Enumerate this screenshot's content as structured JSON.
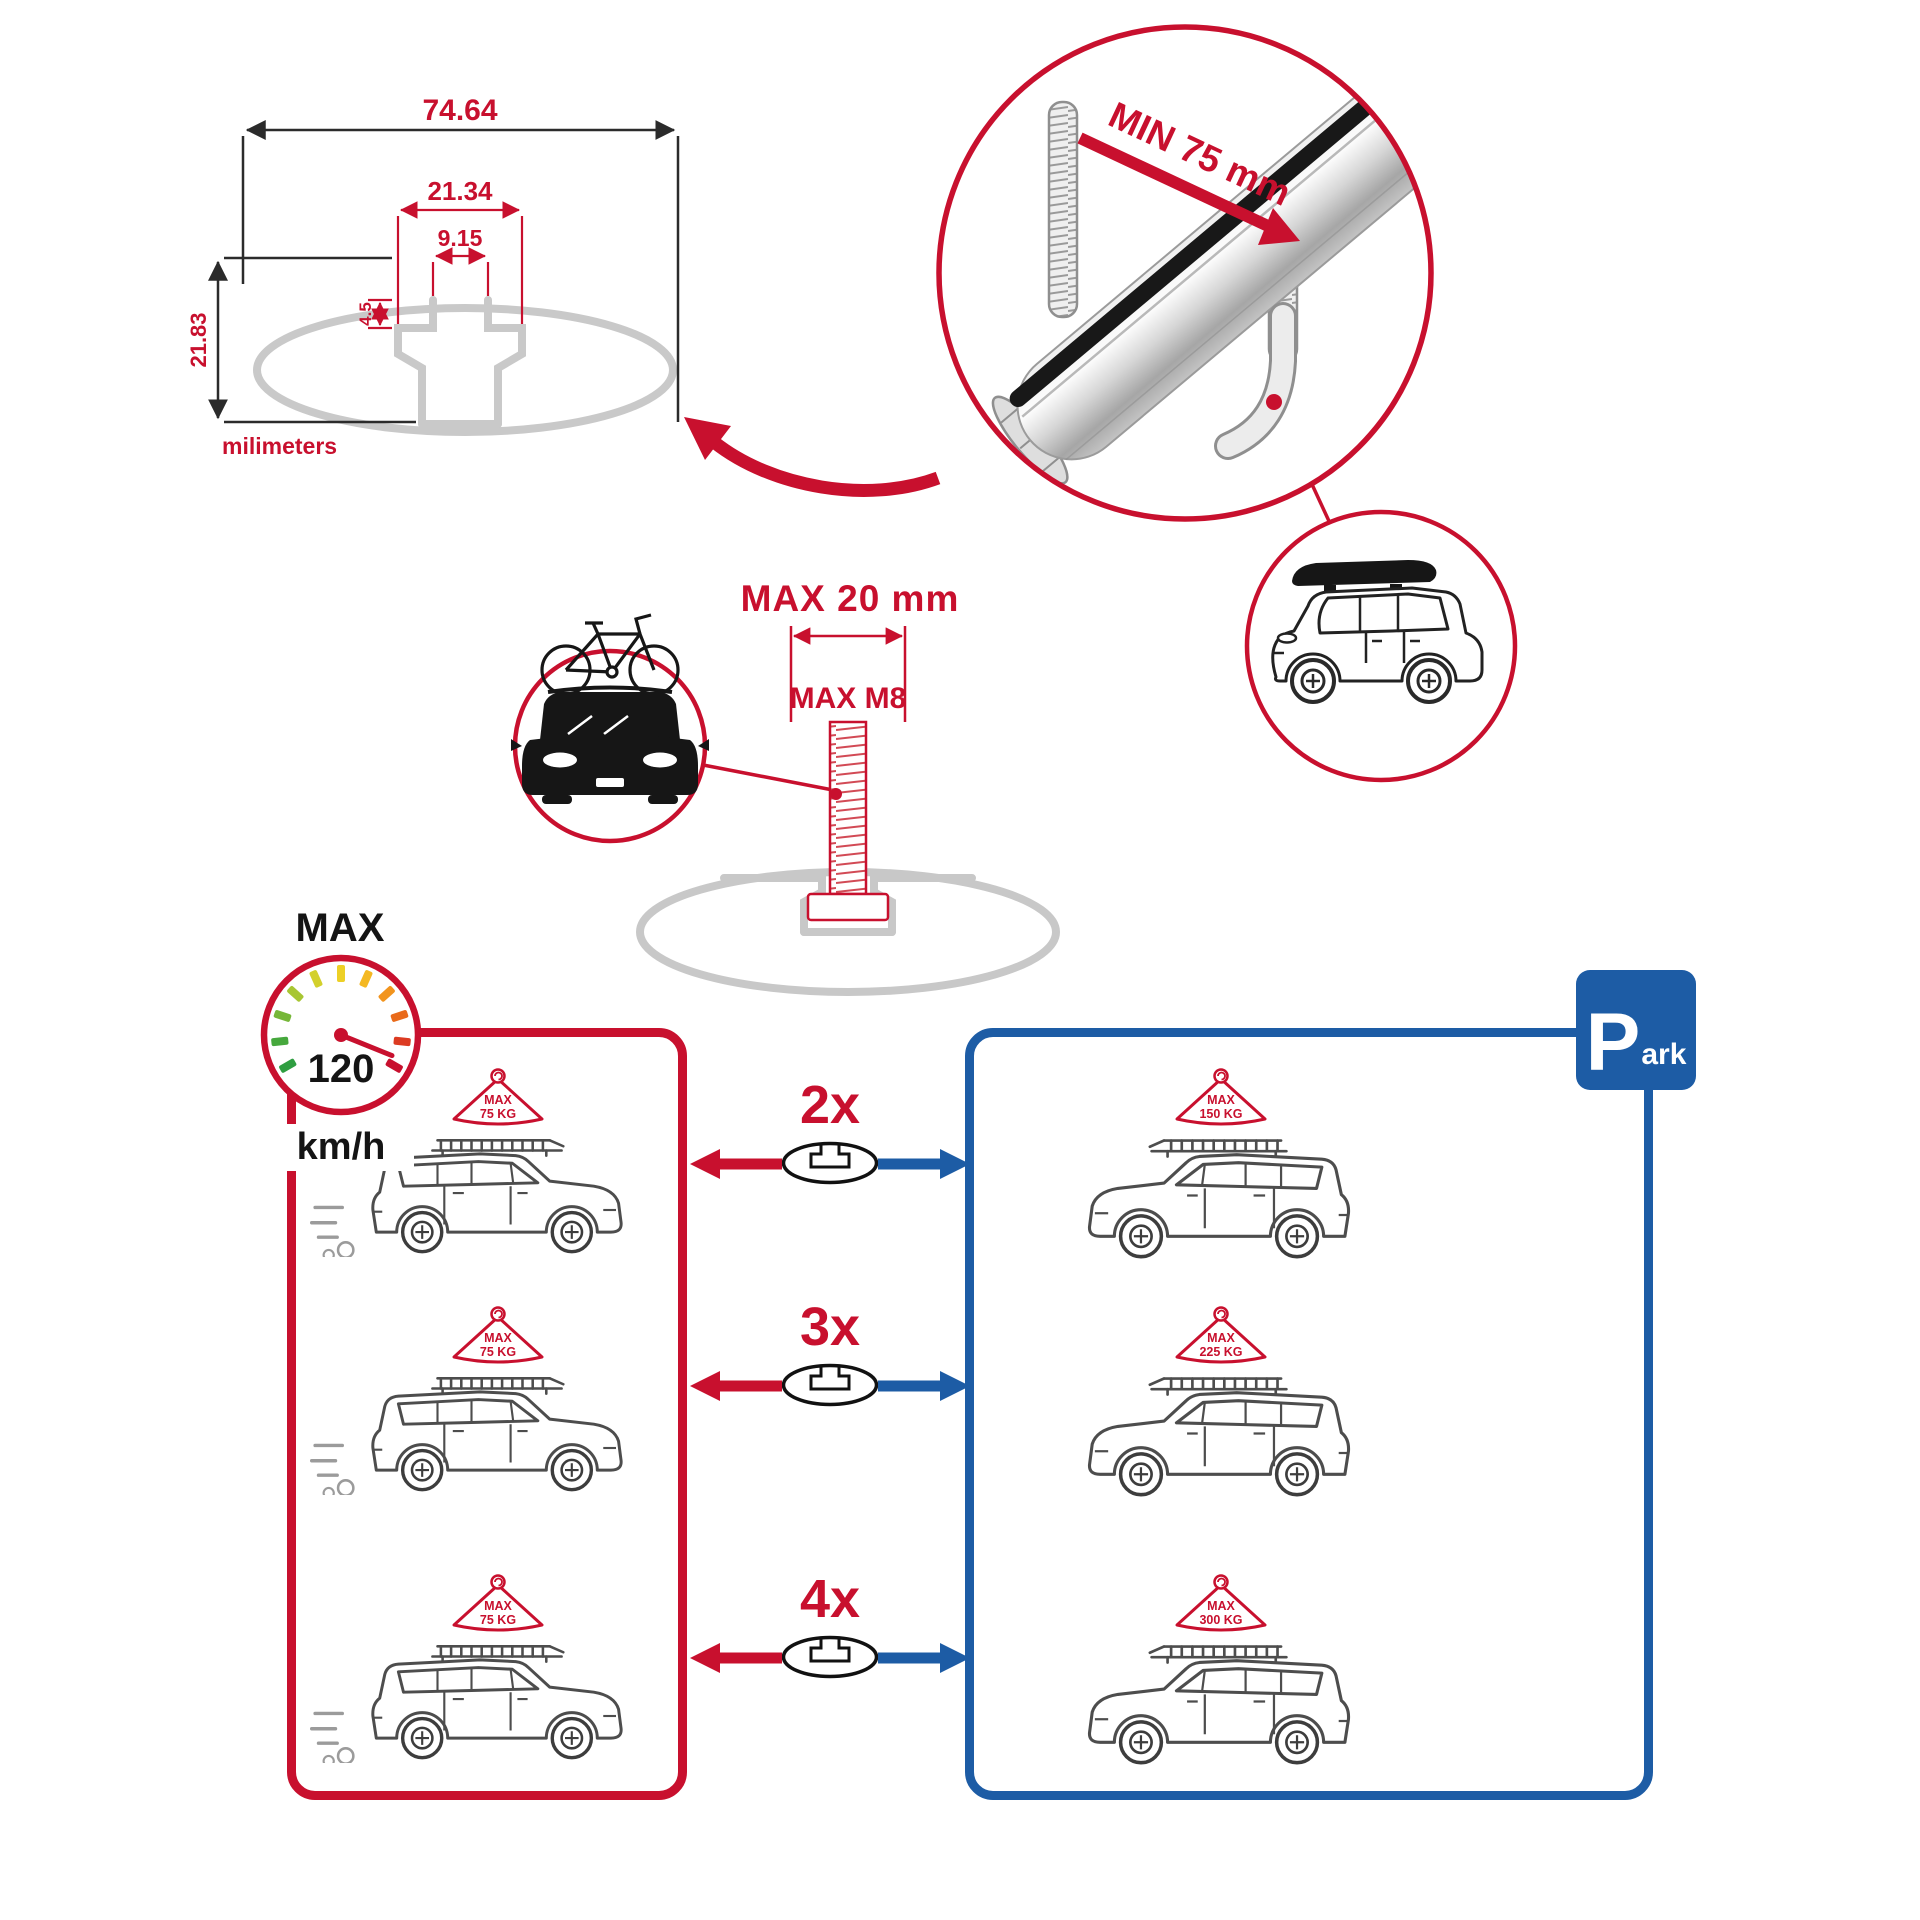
{
  "colors": {
    "accent_red": "#c8102e",
    "accent_blue": "#1d5ca5",
    "profile_gray": "#c9c9c9"
  },
  "dimension_diagram": {
    "total_width": "74.64",
    "channel_width": "21.34",
    "slot_width": "9.15",
    "lip_depth": "4.5",
    "total_height": "21.83",
    "unit": "milimeters"
  },
  "bar_detail": {
    "min_span": "MIN 75 mm"
  },
  "bolt": {
    "max_width": "MAX 20 mm",
    "max_thread": "MAX M8"
  },
  "speed": {
    "label": "MAX",
    "value": "120",
    "unit": "km/h"
  },
  "multipliers": [
    {
      "label": "2x"
    },
    {
      "label": "3x"
    },
    {
      "label": "4x"
    }
  ],
  "driving": {
    "cars": [
      {
        "max": "MAX",
        "weight": "75 KG"
      },
      {
        "max": "MAX",
        "weight": "75 KG"
      },
      {
        "max": "MAX",
        "weight": "75 KG"
      }
    ]
  },
  "parking": {
    "sign_big": "P",
    "sign_small": "ark",
    "cars": [
      {
        "max": "MAX",
        "weight": "150 KG"
      },
      {
        "max": "MAX",
        "weight": "225 KG"
      },
      {
        "max": "MAX",
        "weight": "300 KG"
      }
    ]
  }
}
